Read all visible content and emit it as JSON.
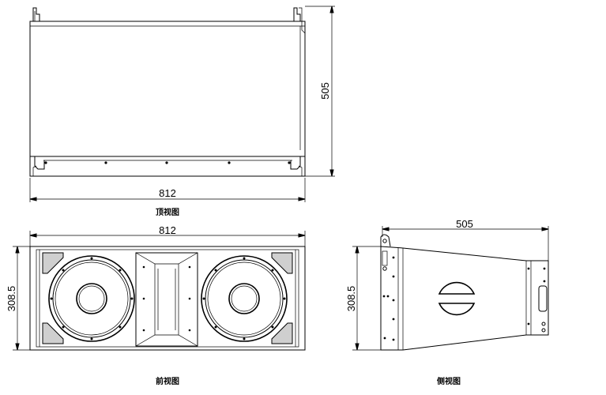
{
  "top_view": {
    "caption": "顶视图",
    "width_dim": "812",
    "depth_dim": "505"
  },
  "front_view": {
    "caption": "前视图",
    "width_dim": "812",
    "height_dim": "308.5"
  },
  "side_view": {
    "caption": "侧视图",
    "depth_dim": "505",
    "height_dim": "308.5"
  }
}
